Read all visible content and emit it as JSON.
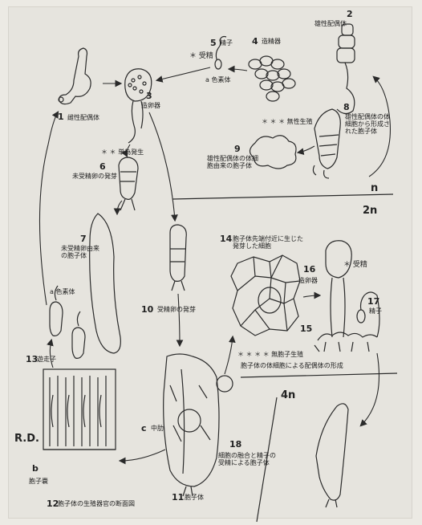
{
  "diagram": {
    "ploidy": {
      "n": "n",
      "two_n": "2n",
      "four_n": "4n"
    },
    "labels": {
      "l1_num": "1",
      "l1_txt": "雌性配偶体",
      "l2_num": "2",
      "l2_txt": "雄性配偶体",
      "l3_num": "3",
      "l3_txt": "造卵器",
      "l4_num": "4",
      "l4_txt": "造精器",
      "l5_num": "5",
      "l5_txt": "精子",
      "l6_num": "6",
      "l6_txt": "未受精卵の発芽",
      "l7_num": "7",
      "l7_txt": "未受精卵由来の胞子体",
      "l8_num": "8",
      "l8_txt": "雄性配偶体の体細胞から形成された胞子体",
      "l9_num": "9",
      "l9_txt": "雄性配偶体の体細胞由来の胞子体",
      "l10_num": "10",
      "l10_txt": "受精卵の発芽",
      "l11_num": "11",
      "l11_txt": "胞子体",
      "l12_num": "12",
      "l12_txt": "胞子体の生殖器官の断面図",
      "l13_num": "13",
      "l13_txt": "遊走子",
      "l14_num": "14",
      "l14_txt": "胞子体先端付近に生じた発芽した細胞",
      "l15_num": "15",
      "l16_num": "16",
      "l16_txt": "造卵器",
      "l17_num": "17",
      "l17_txt": "精子",
      "l18_num": "18",
      "l18_txt": "細胞の融合と精子の受精による胞子体",
      "jusei_top": "＊ 受精",
      "jusei_right": "＊ 受精",
      "a_top": "a 色素体",
      "a_left": "a 色素体",
      "b_label": "b",
      "b_txt": "胞子嚢",
      "c_label": "c",
      "c_txt": "中肋",
      "muse_top": "＊ ＊ ＊ 無性生殖",
      "tandeka": "＊ ＊ 単為発生",
      "muse_bottom": "＊ ＊ ＊ ＊ 無胞子生殖",
      "apospory": "胞子体の体細胞による配偶体の形成",
      "rd": "R.D."
    }
  }
}
